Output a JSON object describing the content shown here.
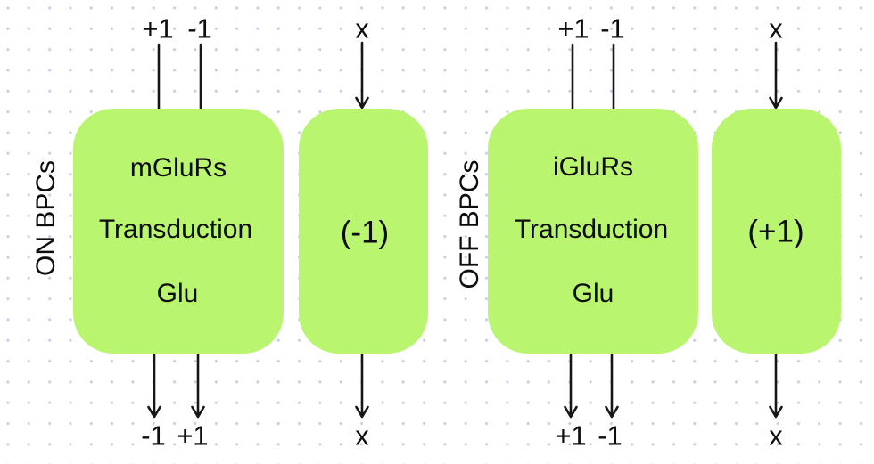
{
  "diagram": {
    "on_pathway": {
      "side_label": "ON BPCs",
      "input_plus": "+1",
      "input_minus": "-1",
      "receptor": "mGluRs",
      "transduction": "Transduction",
      "transmitter": "Glu",
      "output_left": "-1",
      "output_right": "+1"
    },
    "on_gain": {
      "label": "(-1)",
      "input": "x",
      "output": "x"
    },
    "off_pathway": {
      "side_label": "OFF BPCs",
      "input_plus": "+1",
      "input_minus": "-1",
      "receptor": "iGluRs",
      "transduction": "Transduction",
      "transmitter": "Glu",
      "output_left": "+1",
      "output_right": "-1"
    },
    "off_gain": {
      "label": "(+1)",
      "input": "x",
      "output": "x"
    },
    "colors": {
      "box_fill": "#b9f56e",
      "arrow": "#161616",
      "text": "#0d0d0d",
      "dot": "#c6ccdd",
      "background": "#ffffff"
    }
  }
}
